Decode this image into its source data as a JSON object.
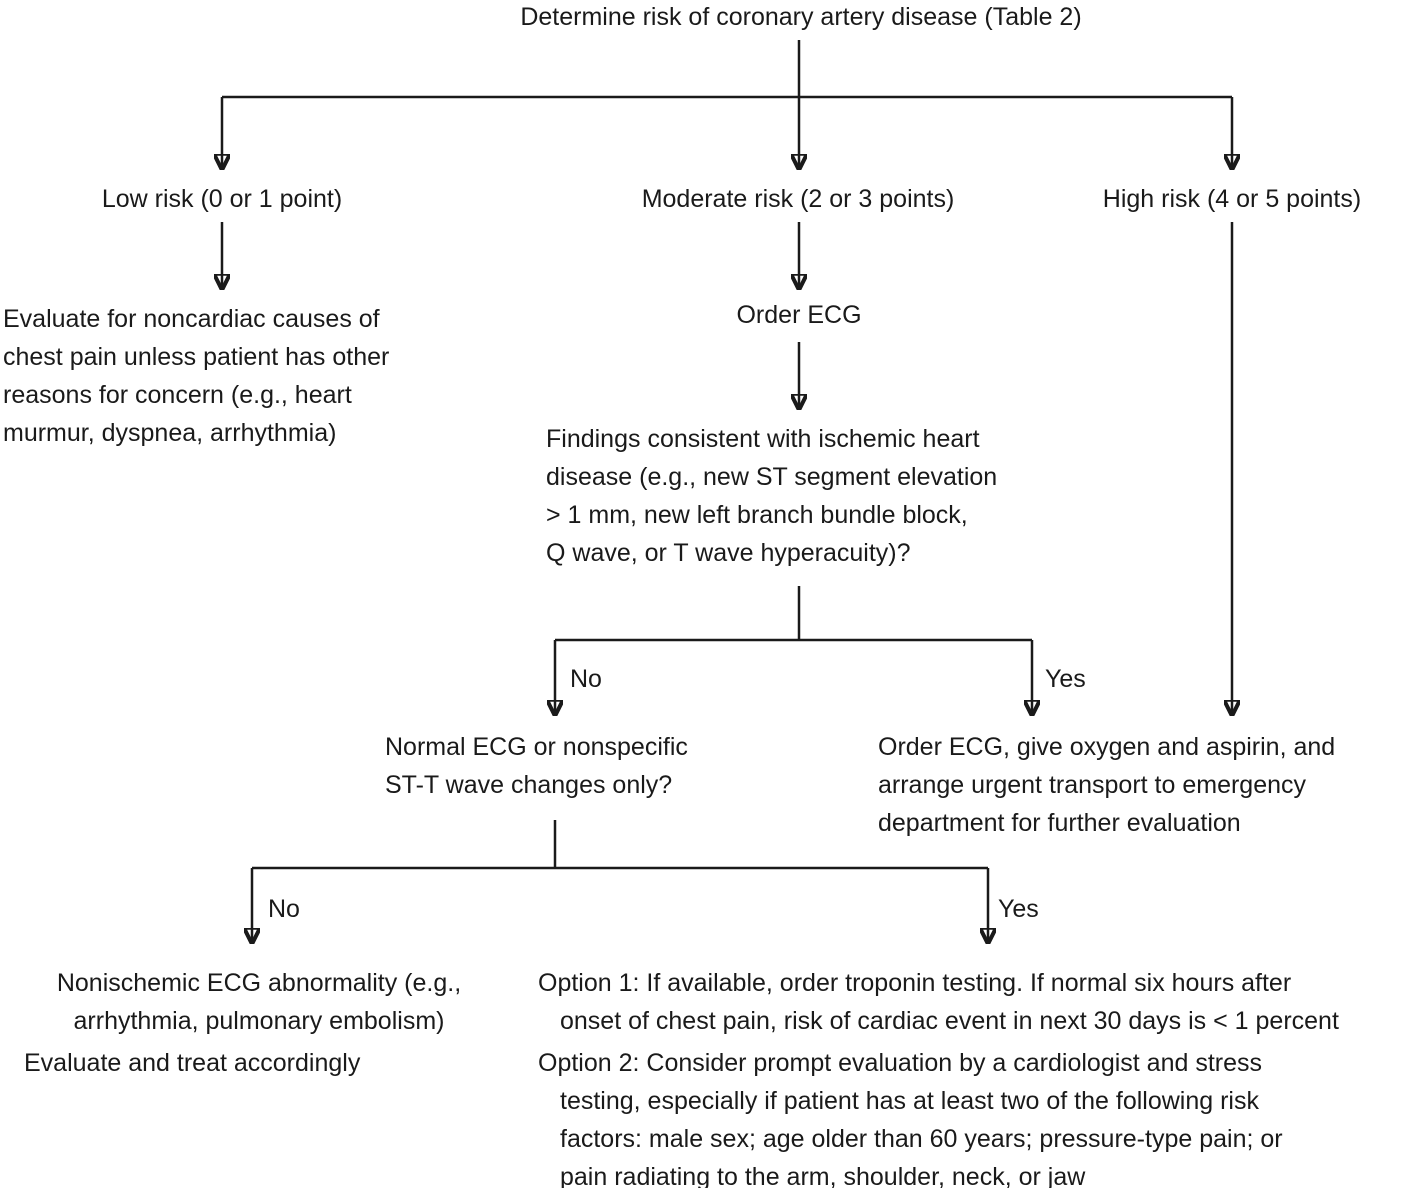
{
  "diagram": {
    "title": "Determine risk of coronary artery disease (Table 2)",
    "risk_branches": {
      "low": {
        "label": "Low risk (0 or 1 point)",
        "outcome": [
          "Evaluate for noncardiac causes of",
          "chest pain unless patient has other",
          "reasons for concern (e.g., heart",
          "murmur, dyspnea, arrhythmia)"
        ]
      },
      "moderate": {
        "label": "Moderate risk (2 or 3 points)",
        "step": "Order ECG",
        "question": [
          "Findings consistent with ischemic heart",
          "disease (e.g., new ST segment elevation",
          "> 1 mm, new left branch bundle block,",
          "Q wave, or T wave hyperacuity)?"
        ]
      },
      "high": {
        "label": "High risk (4 or 5 points)"
      }
    },
    "ecg_findings_decision": {
      "no_label": "No",
      "yes_label": "Yes",
      "no_next": [
        "Normal ECG or nonspecific",
        "ST-T wave changes only?"
      ],
      "yes_next": [
        "Order ECG, give oxygen and aspirin, and",
        "arrange urgent transport to emergency",
        "department for further evaluation"
      ]
    },
    "normal_ecg_decision": {
      "no_label": "No",
      "yes_label": "Yes",
      "no_next": {
        "finding": [
          "Nonischemic ECG abnormality (e.g.,",
          "arrhythmia, pulmonary embolism)"
        ],
        "action": "Evaluate and treat accordingly"
      },
      "yes_next": {
        "option1": [
          "Option 1: If available, order troponin testing. If normal six hours after",
          "onset of chest pain, risk of cardiac event in next 30 days is < 1 percent"
        ],
        "option2": [
          "Option 2: Consider prompt evaluation by a cardiologist and stress",
          "testing, especially if patient has at least two of the following risk",
          "factors: male sex; age older than 60 years; pressure-type pain; or",
          "pain radiating to the arm, shoulder, neck, or jaw"
        ]
      }
    },
    "colors": {
      "text": "#1a1a1a",
      "line": "#1a1a1a",
      "background": "#ffffff"
    }
  }
}
